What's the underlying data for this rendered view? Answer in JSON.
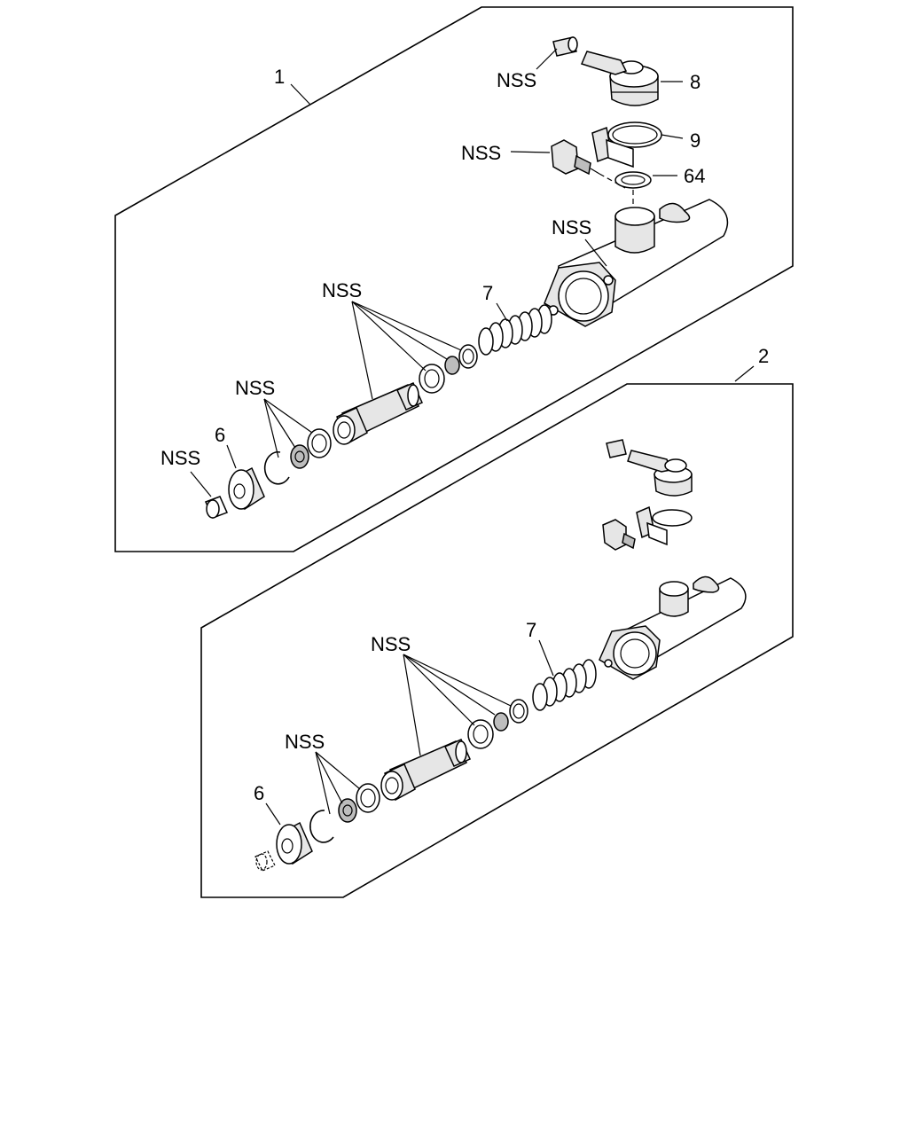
{
  "panels": [
    {
      "id": "1",
      "labels": {
        "nss_top": "NSS",
        "part_8": "8",
        "part_9": "9",
        "nss_bleeder": "NSS",
        "part_64": "64",
        "nss_body": "NSS",
        "nss_piston": "NSS",
        "part_7": "7",
        "nss_seals": "NSS",
        "part_6": "6",
        "nss_cap": "NSS"
      }
    },
    {
      "id": "2",
      "labels": {
        "nss_piston": "NSS",
        "part_7": "7",
        "nss_seals": "NSS",
        "part_6": "6"
      }
    }
  ]
}
